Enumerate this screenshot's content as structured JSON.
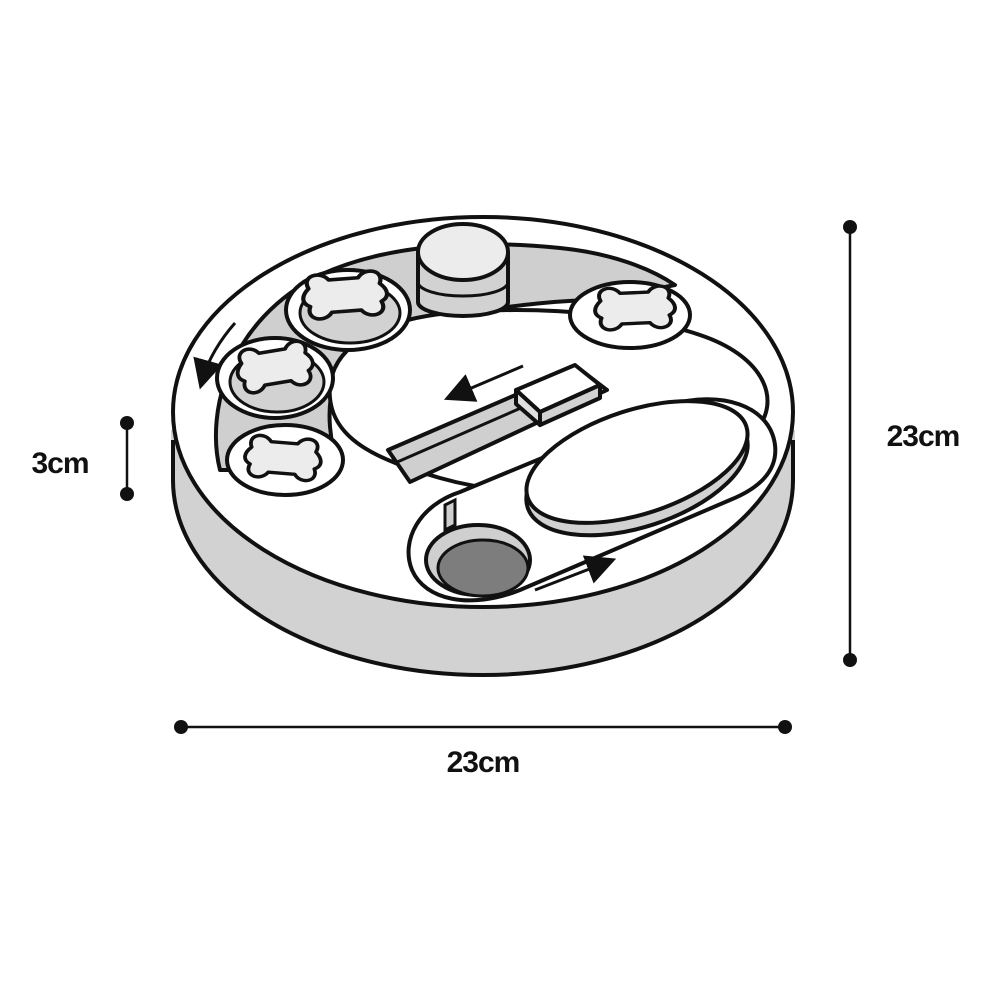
{
  "dimensions": {
    "height_label": "3cm",
    "depth_label": "23cm",
    "width_label": "23cm"
  },
  "palette": {
    "outline": "#111111",
    "base_side": "#d2d2d2",
    "top_face": "#ffffff",
    "channel": "#cfcfcf",
    "hole": "#7d7d7d",
    "treat": "#ececec"
  },
  "icons": [
    "bone-treat-icon",
    "arrow-icon",
    "dimension-dot-icon"
  ]
}
